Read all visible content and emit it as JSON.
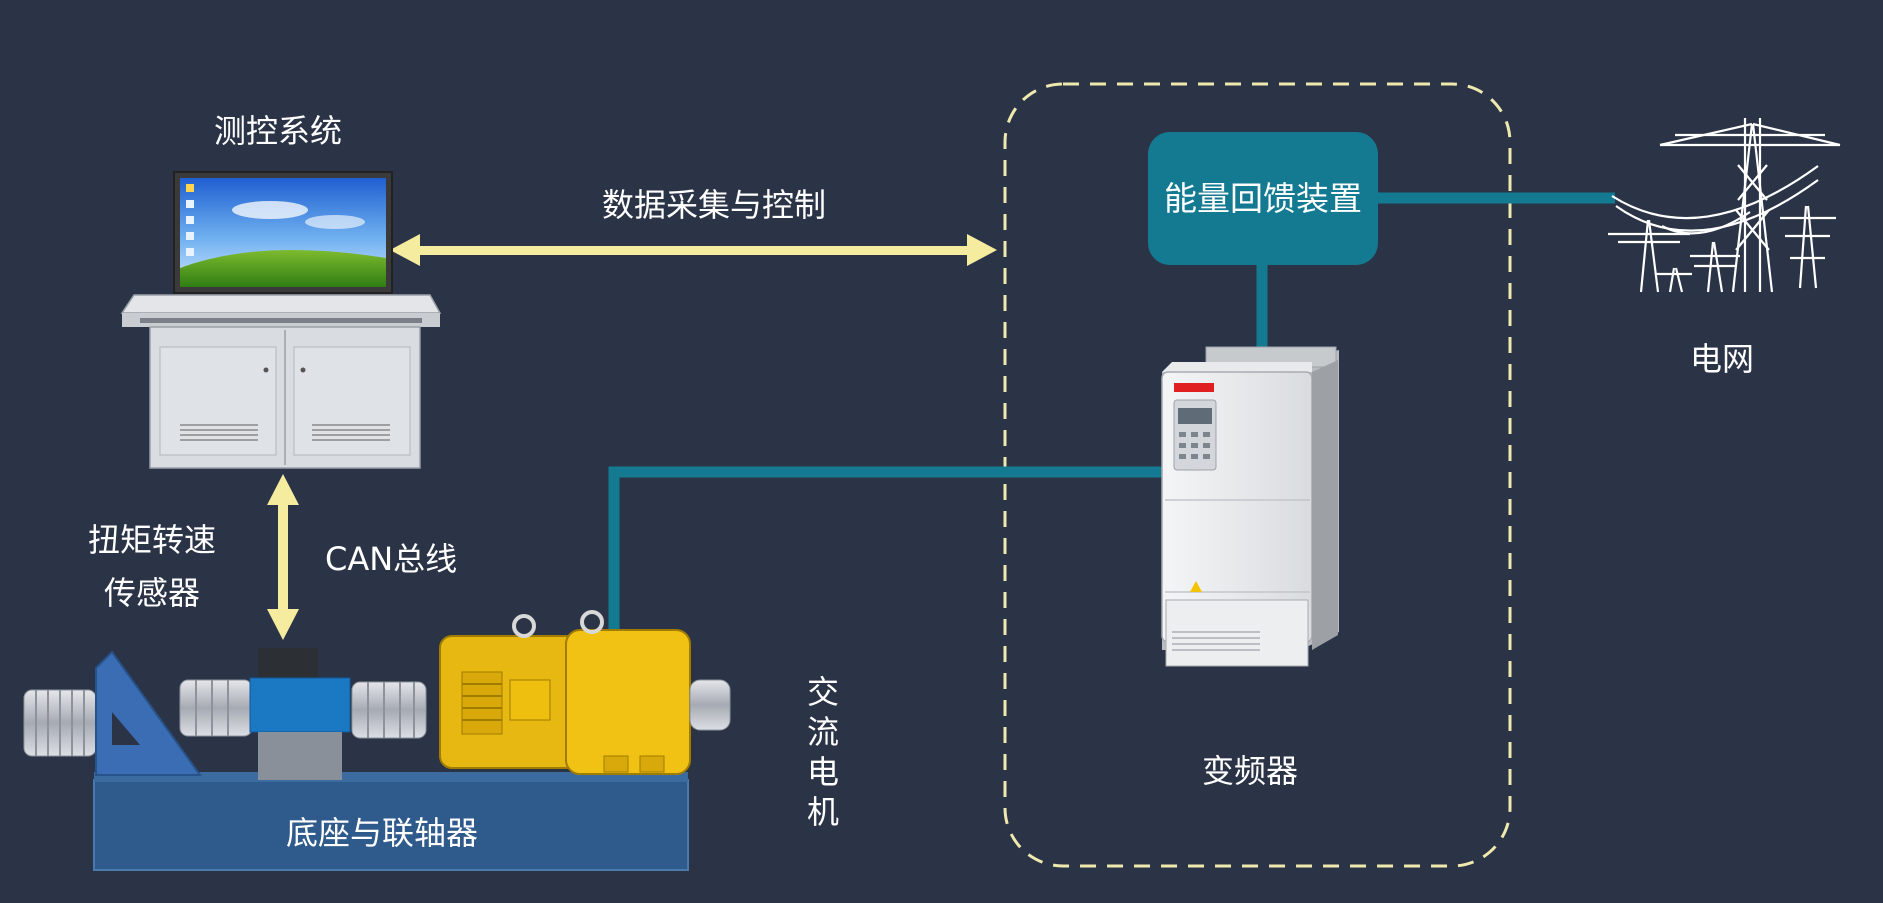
{
  "labels": {
    "control_system": "测控系统",
    "data_acq": "数据采集与控制",
    "energy_feedback": "能量回馈装置",
    "grid": "电网",
    "torque_sensor": "扭矩转速传感器",
    "can_bus": "CAN总线",
    "ac_motor": "交流电机",
    "base_coupling": "底座与联轴器",
    "inverter": "变频器"
  },
  "colors": {
    "background": "#2b3447",
    "connector_teal": "#137a91",
    "arrow_yellow": "#f6eca0",
    "dashed_border": "#efe9ad",
    "feedback_box": "#137a91",
    "motor_yellow": "#e8b812",
    "sensor_blue": "#1b79c4",
    "base_blue": "#2f5a8c"
  },
  "icons": {
    "console": "computer-console-icon",
    "inverter_unit": "inverter-device-icon",
    "power_tower": "power-tower-icon",
    "motor": "ac-motor-icon",
    "torque_sensor": "torque-sensor-icon"
  }
}
